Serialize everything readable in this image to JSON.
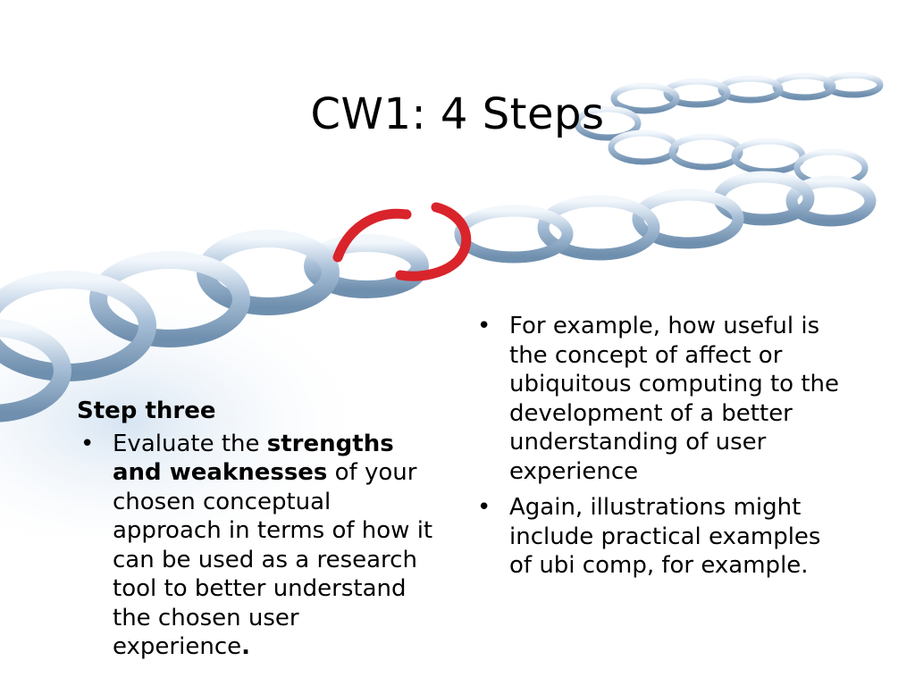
{
  "slide": {
    "title": "CW1: 4 Steps",
    "left_column": {
      "heading": "Step three",
      "bullets": [
        {
          "text_before": "Evaluate the ",
          "bold": "strengths and weaknesses",
          "text_after": " of your chosen conceptual approach in terms of how it can be used as a research tool to better understand the chosen user experience",
          "end_bold": "."
        }
      ]
    },
    "right_column": {
      "bullets": [
        {
          "text": "For example, how useful is the concept of affect or ubiquitous computing to the development of a better understanding of user experience"
        },
        {
          "text": "Again, illustrations might include practical examples of ubi comp, for example."
        }
      ]
    },
    "background": {
      "image": "chain-with-broken-red-link",
      "colors": {
        "chain": "#b8cbe0",
        "broken_link": "#d9242b",
        "bg": "#ffffff"
      }
    },
    "bullet_glyph": "•"
  }
}
